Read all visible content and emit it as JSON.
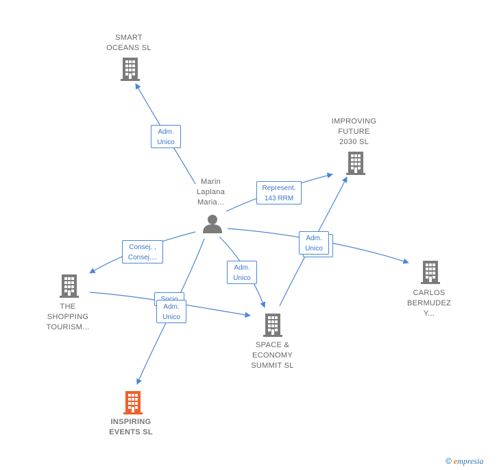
{
  "colors": {
    "building": "#7b7b7b",
    "building_highlight": "#f0602a",
    "edge": "#4a86d9",
    "person": "#7b7b7b"
  },
  "nodes": {
    "smart_oceans": {
      "label": "SMART\nOCEANS  SL",
      "icon": "building-icon"
    },
    "improving_future": {
      "label": "IMPROVING\nFUTURE\n2030  SL",
      "icon": "building-icon"
    },
    "marin_laplana": {
      "label": "Marin\nLaplana\nMaria...",
      "icon": "person-icon"
    },
    "shopping_tourism": {
      "label": "THE\nSHOPPING\nTOURISM...",
      "icon": "building-icon"
    },
    "carlos_bermudez": {
      "label": "CARLOS\nBERMUDEZ\nY...",
      "icon": "building-icon"
    },
    "space_economy": {
      "label": "SPACE &\nECONOMY\nSUMMIT  SL",
      "icon": "building-icon"
    },
    "inspiring_events": {
      "label": "INSPIRING\nEVENTS  SL",
      "icon": "building-icon",
      "highlighted": true
    }
  },
  "edges": {
    "to_smart_oceans": "Adm.\nUnico",
    "to_improving": "Represent.\n143 RRM",
    "to_shopping": "Consej. ,\nConsej....",
    "to_space": "Adm.\nUnico",
    "to_carlos": "Adm.\nUnico",
    "socio": "Socio",
    "to_inspiring": "Adm.\nUnico"
  },
  "brand": {
    "copyright": "©",
    "e": "e",
    "name": "mpresia"
  }
}
